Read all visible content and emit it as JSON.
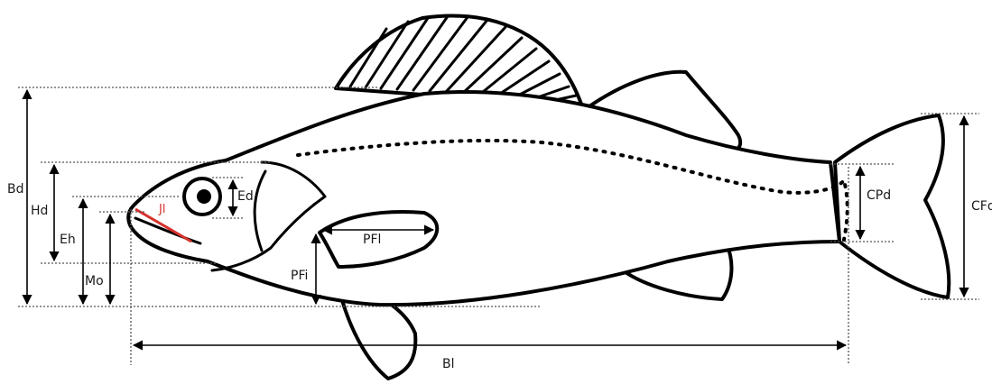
{
  "labels": {
    "bd": "Bd",
    "hd": "Hd",
    "eh": "Eh",
    "mo": "Mo",
    "ed": "Ed",
    "jl": "Jl",
    "pfl": "PFl",
    "pfi": "PFi",
    "cpd": "CPd",
    "cfd": "CFd",
    "bl": "Bl"
  },
  "colors": {
    "jaw_highlight": "#d6312b",
    "line": "#000000"
  }
}
